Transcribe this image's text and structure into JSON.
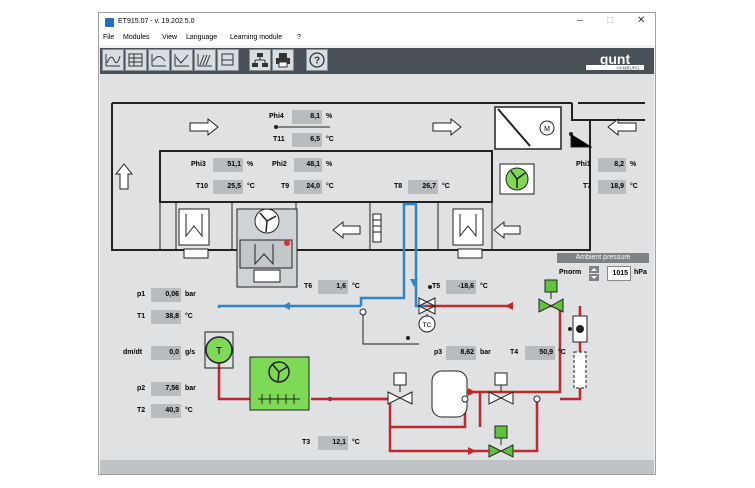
{
  "window": {
    "title": "ET915.07 - v. 19.202.5.0",
    "minimize": "–",
    "maximize": "□",
    "close": "✕"
  },
  "menu": [
    "File",
    "Modules",
    "View",
    "Language",
    "Learning module",
    "?"
  ],
  "toolbar": {
    "buttons": [
      "chart-icon",
      "table-icon",
      "diagram-icon",
      "curve-icon",
      "log-p-h-icon",
      "process-icon",
      "network-icon",
      "printer-icon",
      "help-icon"
    ],
    "logo_main": "gunt",
    "logo_sub": "HAMBURG"
  },
  "colors": {
    "hot_pipe": "#c0282b",
    "cold_pipe": "#2e86c8",
    "active_valve": "#5fc33d",
    "fan_bg": "#7ed957"
  },
  "sensors": {
    "phi4": {
      "label": "Phi4",
      "value": "8,1",
      "unit": "%"
    },
    "t11": {
      "label": "T11",
      "value": "6,5",
      "unit": "°C"
    },
    "phi3": {
      "label": "Phi3",
      "value": "51,1",
      "unit": "%"
    },
    "t10": {
      "label": "T10",
      "value": "25,5",
      "unit": "°C"
    },
    "phi2": {
      "label": "Phi2",
      "value": "48,1",
      "unit": "%"
    },
    "t9": {
      "label": "T9",
      "value": "24,0",
      "unit": "°C"
    },
    "t8": {
      "label": "T8",
      "value": "26,7",
      "unit": "°C"
    },
    "phi1": {
      "label": "Phi1",
      "value": "8,2",
      "unit": "%"
    },
    "t7": {
      "label": "T7",
      "value": "18,9",
      "unit": "°C"
    },
    "p1": {
      "label": "p1",
      "value": "0,06",
      "unit": "bar"
    },
    "t1": {
      "label": "T1",
      "value": "38,8",
      "unit": "°C"
    },
    "t6": {
      "label": "T6",
      "value": "1,6",
      "unit": "°C"
    },
    "t5": {
      "label": "T5",
      "value": "-18,6",
      "unit": "°C"
    },
    "dmdt": {
      "label": "dm/dt",
      "value": "0,0",
      "unit": "g/s"
    },
    "p3": {
      "label": "p3",
      "value": "8,62",
      "unit": "bar"
    },
    "t4": {
      "label": "T4",
      "value": "50,9",
      "unit": "°C"
    },
    "p2": {
      "label": "p2",
      "value": "7,56",
      "unit": "bar"
    },
    "t2": {
      "label": "T2",
      "value": "40,3",
      "unit": "°C"
    },
    "t3": {
      "label": "T3",
      "value": "12,1",
      "unit": "°C"
    }
  },
  "ambient": {
    "title": "Ambient pressure",
    "label": "Pnorm",
    "value": "1015",
    "unit": "hPa"
  },
  "symbols": {
    "motor": "M",
    "flowmeter": "T",
    "controller": "TC"
  }
}
